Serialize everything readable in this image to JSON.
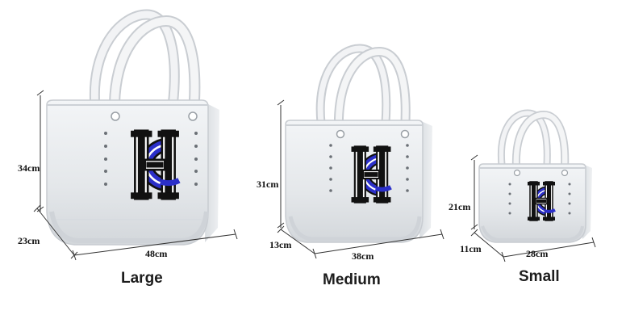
{
  "bags": [
    {
      "size": "Large",
      "height": "34cm",
      "depth": "23cm",
      "width": "48cm"
    },
    {
      "size": "Medium",
      "height": "31cm",
      "depth": "13cm",
      "width": "38cm"
    },
    {
      "size": "Small",
      "height": "21cm",
      "depth": "11cm",
      "width": "28cm"
    }
  ],
  "colors": {
    "bag_body": "#e6e9ec",
    "bag_shade": "#cfd3d8",
    "handle": "#f2f3f5",
    "logo_black": "#111111",
    "logo_blue": "#2b2fc9",
    "dimension_line": "#333333"
  },
  "logo": {
    "letters": "HC"
  }
}
